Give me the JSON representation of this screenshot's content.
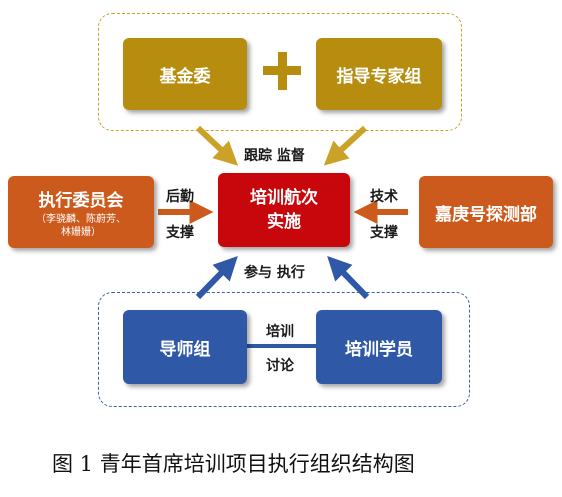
{
  "nodes": {
    "fund_committee": "基金委",
    "expert_group": "指导专家组",
    "exec_committee": "执行委员会",
    "exec_members_line1": "（李骁麟、陈蔚芳、",
    "exec_members_line2": "林姗姗）",
    "center_line1": "培训航次",
    "center_line2": "实施",
    "jiageng": "嘉庚号探测部",
    "mentor_group": "导师组",
    "trainees": "培训学员"
  },
  "symbols": {
    "plus": "+"
  },
  "edge_labels": {
    "supervise": "跟踪  监督",
    "logistics_line1": "后勤",
    "logistics_line2": "支撑",
    "tech_line1": "技术",
    "tech_line2": "支撑",
    "participate": "参与  执行",
    "training_line1": "培训",
    "training_line2": "讨论"
  },
  "caption": "图 1  青年首席培训项目执行组织结构图",
  "colors": {
    "gold": "#b68d0f",
    "blue": "#2f58a6",
    "orange": "#cc5a1c",
    "red": "#c8070d",
    "arrow_gold": "#c9a227",
    "arrow_blue": "#2f58a6",
    "arrow_orange": "#cc5a1c"
  }
}
